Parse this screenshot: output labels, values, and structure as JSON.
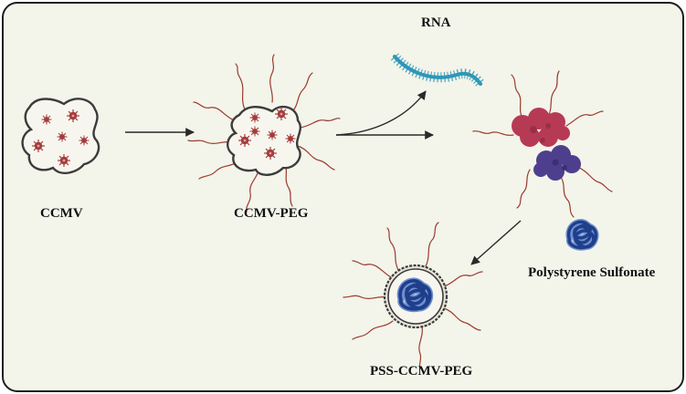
{
  "labels": {
    "ccmv": "CCMV",
    "ccmv_peg": "CCMV-PEG",
    "rna": "RNA",
    "pss": "Polystyrene Sulfonate",
    "pss_ccmv_peg": "PSS-CCMV-PEG"
  },
  "icons": [
    "virus-capsid-icon",
    "peg-chain-icon",
    "rna-strand-icon",
    "protein-dimer-icon",
    "polymer-coil-icon"
  ],
  "colors": {
    "background": "#f3f4ea",
    "frame": "#1e1e1e",
    "capsid_outline": "#3c3c3c",
    "virus": "#a33b3b",
    "peg": "#9a3b2c",
    "rna": "#2e97b8",
    "protein_red": "#b73a55",
    "protein_purple": "#4e3f8e",
    "polymer": "#1f3f8a",
    "arrow": "#2a2a2a"
  }
}
